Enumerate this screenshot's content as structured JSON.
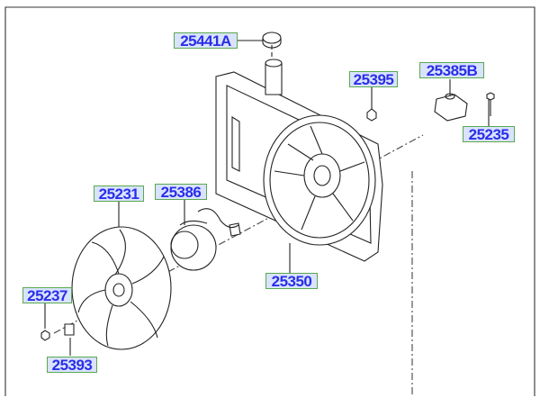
{
  "parts": {
    "cap": "25441A",
    "nut": "25395",
    "resistor": "25385B",
    "bolt_resistor": "25235",
    "fan": "25231",
    "motor": "25386",
    "shroud": "25350",
    "fan_nut": "25237",
    "clip": "25393"
  },
  "colors": {
    "label_fill": "#d9e3ff",
    "label_border": "#5aa850",
    "label_text": "#2a2ee8"
  }
}
